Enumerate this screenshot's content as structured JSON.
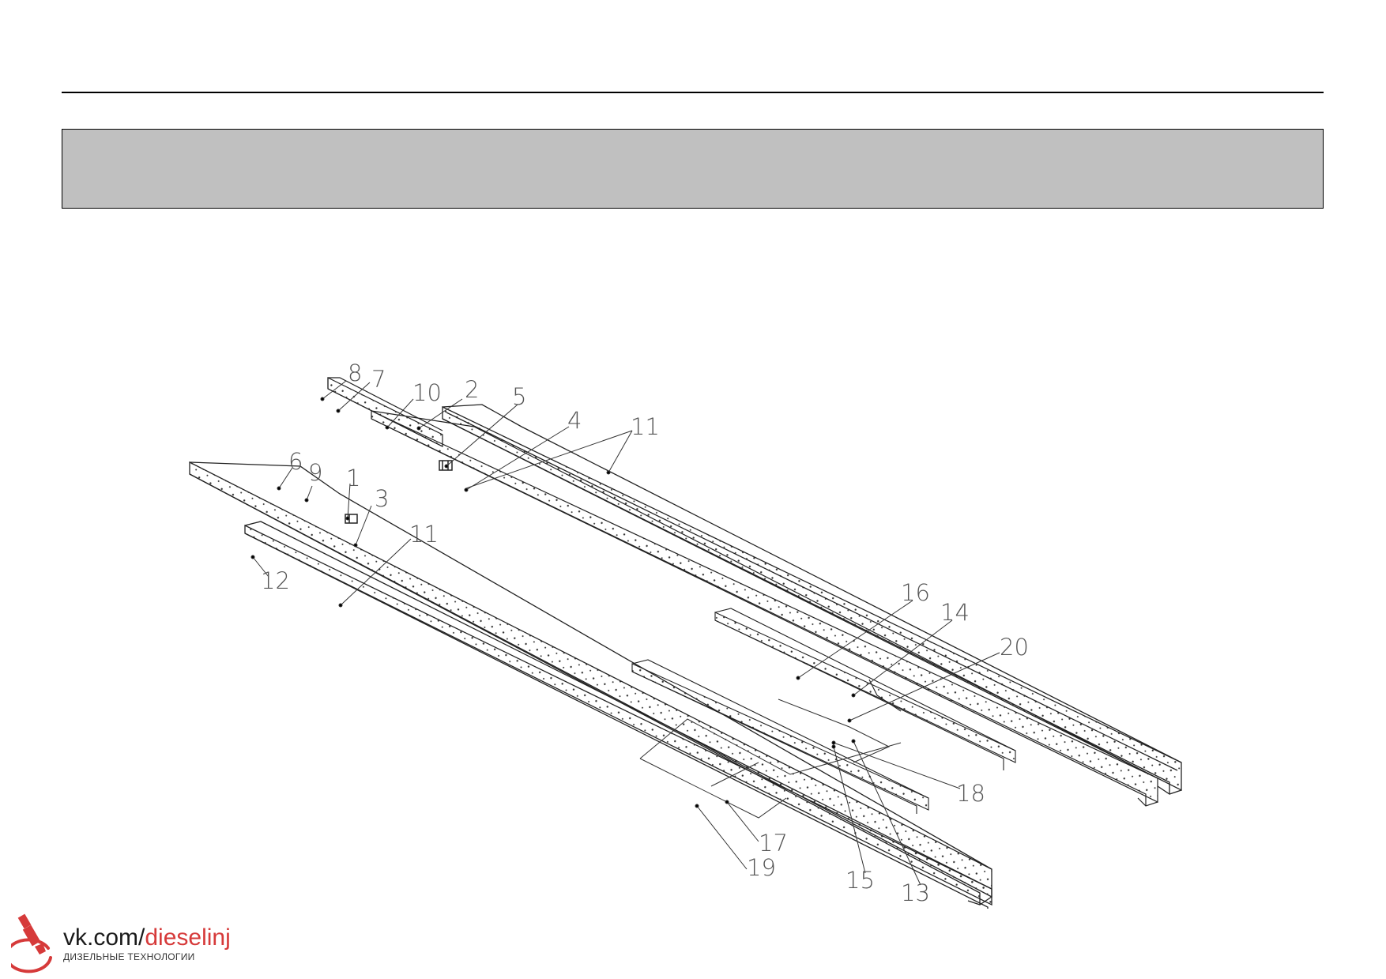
{
  "diagram": {
    "callouts": [
      {
        "id": "8",
        "text": "8"
      },
      {
        "id": "7",
        "text": "7"
      },
      {
        "id": "10",
        "text": "10"
      },
      {
        "id": "2",
        "text": "2"
      },
      {
        "id": "5",
        "text": "5"
      },
      {
        "id": "4",
        "text": "4"
      },
      {
        "id": "11a",
        "text": "11"
      },
      {
        "id": "6",
        "text": "6"
      },
      {
        "id": "9",
        "text": "9"
      },
      {
        "id": "1",
        "text": "1"
      },
      {
        "id": "3",
        "text": "3"
      },
      {
        "id": "11b",
        "text": "11"
      },
      {
        "id": "12",
        "text": "12"
      },
      {
        "id": "16",
        "text": "16"
      },
      {
        "id": "14",
        "text": "14"
      },
      {
        "id": "20",
        "text": "20"
      },
      {
        "id": "18",
        "text": "18"
      },
      {
        "id": "17",
        "text": "17"
      },
      {
        "id": "19",
        "text": "19"
      },
      {
        "id": "15",
        "text": "15"
      },
      {
        "id": "13",
        "text": "13"
      }
    ]
  },
  "watermark": {
    "site_prefix": "vk.com/",
    "site_name": "dieselinj",
    "subtitle": "ДИЗЕЛЬНЫЕ ТЕХНОЛОГИИ",
    "icon": "fuel-injector-icon",
    "accent_color": "#d63a3a"
  }
}
